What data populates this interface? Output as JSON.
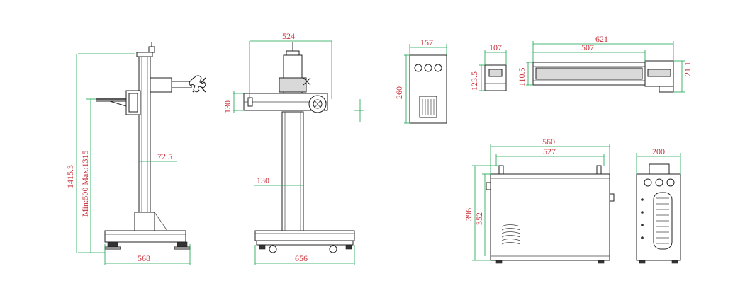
{
  "dimensions": {
    "side_view": {
      "total_height": "1415.3",
      "range": "Min:500  Max:1315",
      "column_width": "72.5",
      "base_width": "568"
    },
    "front_view": {
      "top_width": "524",
      "arm_height": "130",
      "column_width": "130",
      "base_width": "656"
    },
    "scan_head": {
      "width": "157",
      "height": "260"
    },
    "laser_head": {
      "head_width": "107",
      "head_height": "123.5",
      "total_length": "621",
      "tube_length": "507",
      "tube_height": "110.5",
      "lens_height": "21.1"
    },
    "controller": {
      "outer_width": "560",
      "inner_width": "527",
      "outer_height": "396",
      "inner_height": "352",
      "side_width": "200"
    }
  },
  "colors": {
    "dimension_line": "#12a24a",
    "dimension_text": "#c8323c",
    "outline": "#222222"
  }
}
